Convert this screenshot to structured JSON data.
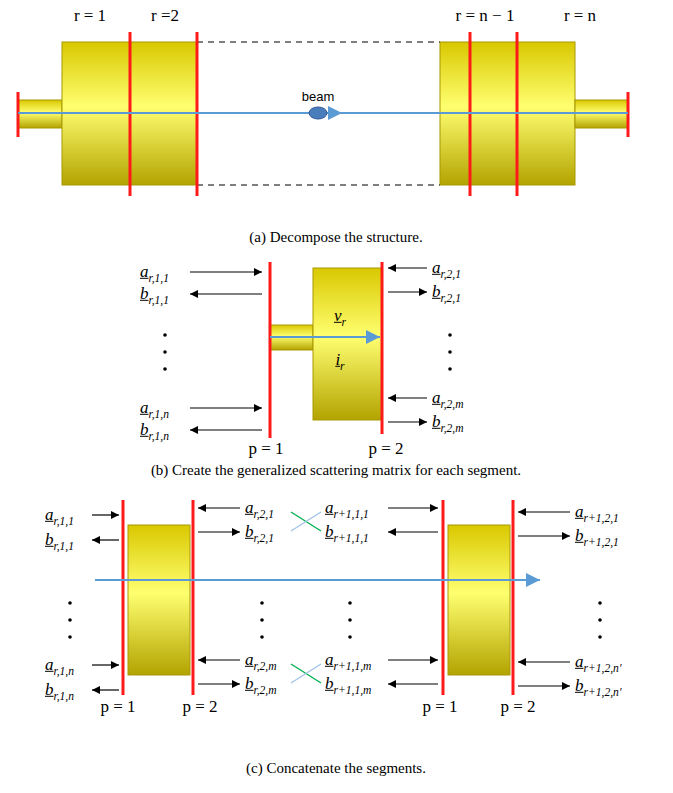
{
  "diagram": {
    "labels": [
      "r = 1",
      "r =2",
      "r = n − 1",
      "r = n",
      "beam",
      "(a) Decompose the structure.",
      "ar,1,1",
      "br,1,1",
      "ar,1,n",
      "br,1,n",
      "ar,2,1",
      "br,2,1",
      "ar,2,m",
      "br,2,m",
      "vr",
      "ir",
      "p = 1",
      "p = 2",
      "(b) Create the generalized scattering matrix for each segment.",
      "ar,1,1",
      "br,1,1",
      "ar,1,n",
      "br,1,n",
      "ar,2,1",
      "ar+1,1,1",
      "br,2,1",
      "br+1,1,1",
      "ar,2,m",
      "ar+1,1,m",
      "br,2,m",
      "br+1,1,m",
      "ar+1,2,1",
      "br+1,2,1",
      "ar+1,2,n′",
      "br+1,2,n′",
      "p = 1",
      "p = 2",
      "p = 1",
      "p = 2",
      "(c) Concatenate the segments."
    ]
  }
}
